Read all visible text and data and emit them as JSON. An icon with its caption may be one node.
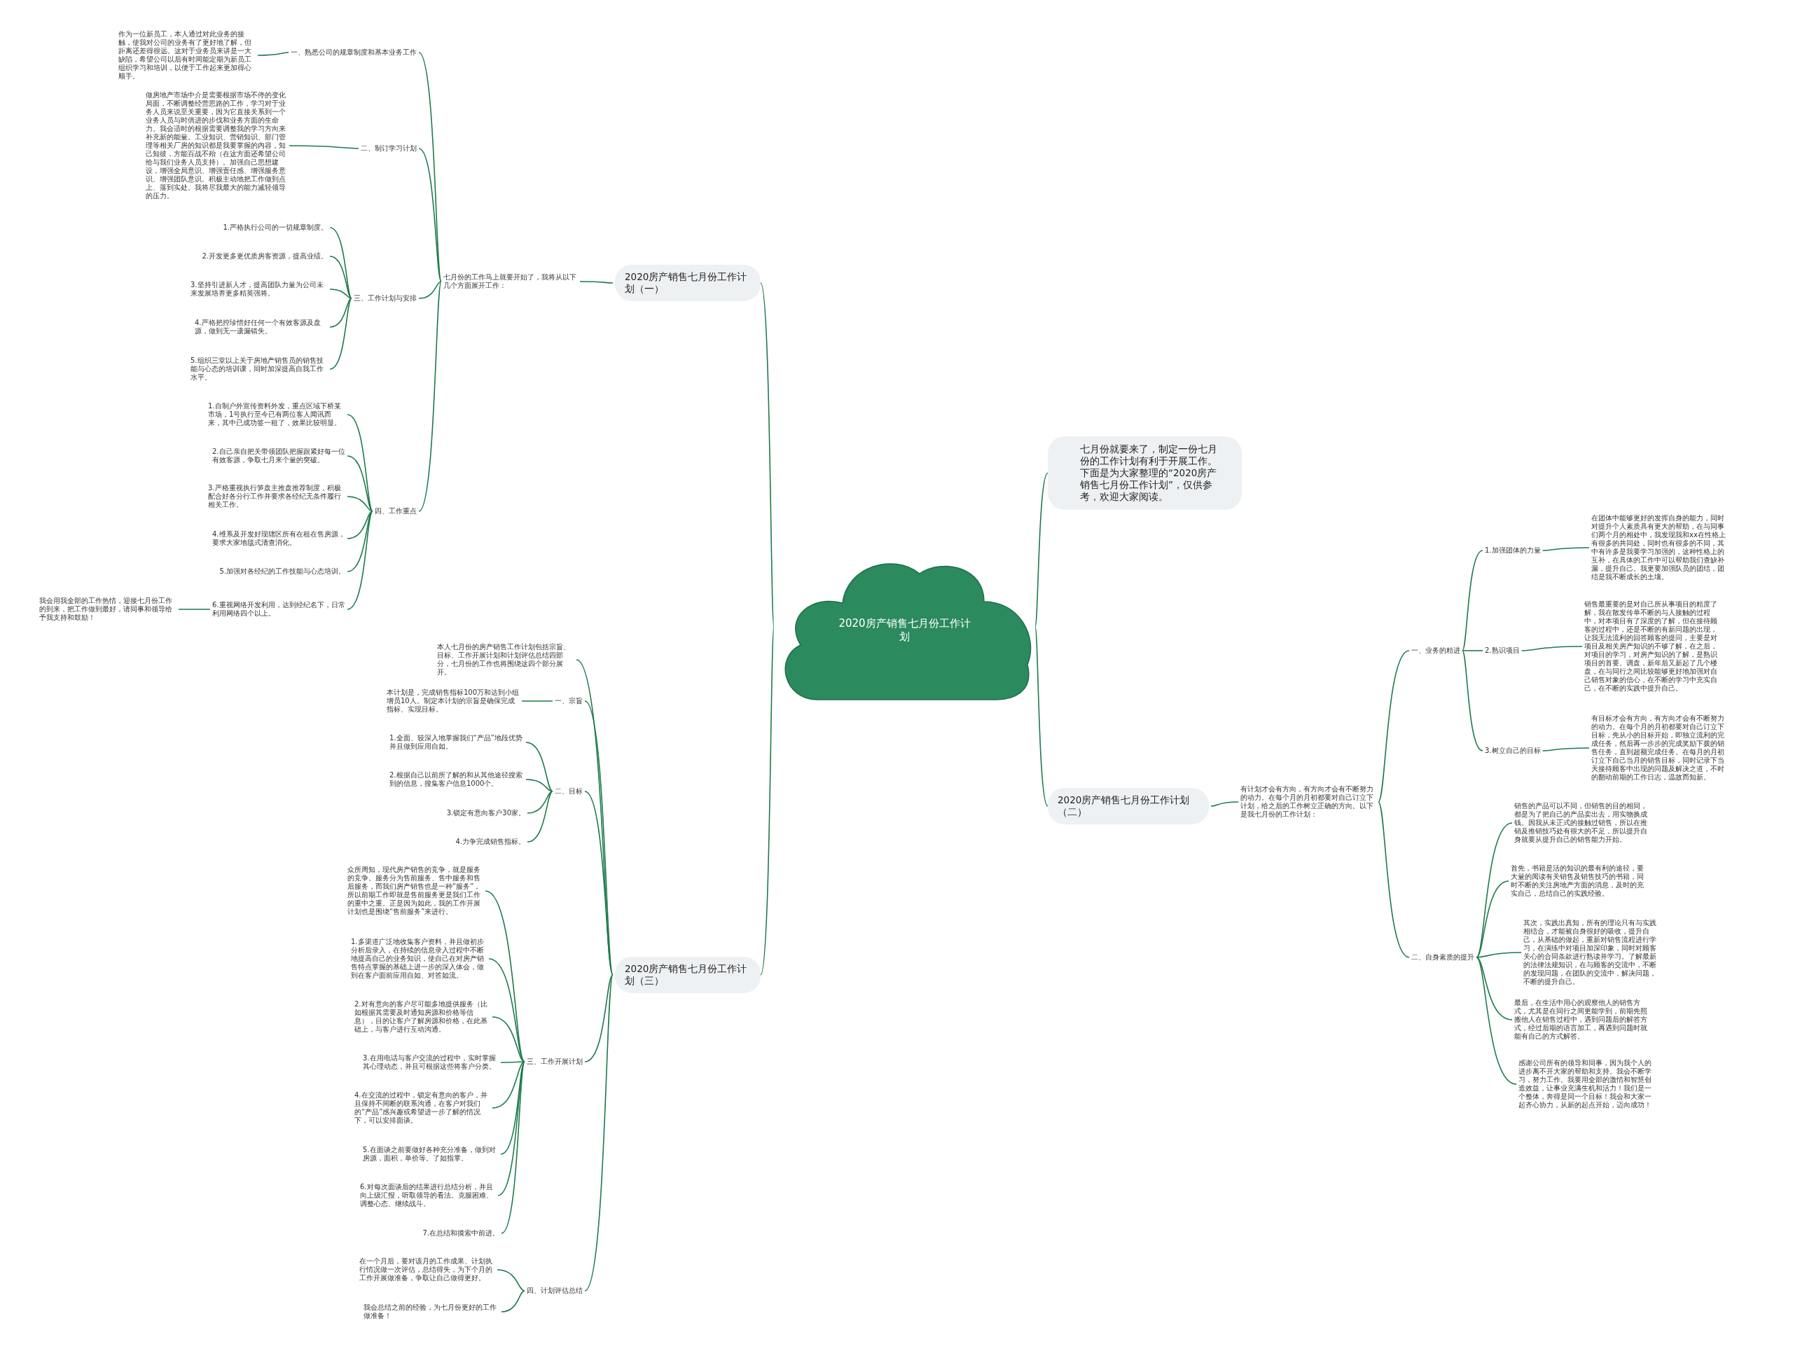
{
  "diagram": {
    "nodes": [
      {
        "text": [
          "2020房产销售七月份工作计划"
        ]
      },
      {
        "text": [
          "2020房产销售七月份工作计划（一）"
        ]
      },
      {
        "text": [
          "七月份的工作马上就要开始了，我将从以下几个方面展开工作："
        ]
      },
      {
        "text": [
          "一、熟悉公司的规章制度和基本业务工作"
        ]
      },
      {
        "text": [
          "作为一位新员工，本人通过对此业务的接触，使我对公司的业务有了更好地了解，但距离还差得很远。这对于业务员来讲是一大缺陷，希望公司以后有时间能定期为新员工组织学习和培训，以便于工作起来更加得心顺手。"
        ]
      },
      {
        "text": [
          "二、制订学习计划"
        ]
      },
      {
        "text": [
          "做房地产市场中介是需要根据市场不停的变化局面，不断调整经营思路的工作，学习对于业务人员来说至关重要，因为它直接关系到一个业务人员与时俱进的步伐和业务方面的生命力。我会适时的根据需要调整我的学习方向来补充新的能量。工业知识、营销知识、部门管理等相关厂房的知识都是我要掌握的内容，知己知彼，方能百战不殆（在这方面还希望公司给与我们业务人员支持）。加强自己思想建设，增强全局意识、增强责任感、增强服务意识、增强团队意识。积极主动地把工作做到点上、落到实处。我将尽我最大的能力减轻领导的压力。"
        ]
      },
      {
        "text": [
          "三、工作计划与安排"
        ]
      },
      {
        "text": [
          "1.严格执行公司的一切规章制度。"
        ]
      },
      {
        "text": [
          "2.开发更多更优质房客资源，提高业绩。"
        ]
      },
      {
        "text": [
          "3.坚持引进新人才，提高团队力量为公司未来发展培养更多精英强将。"
        ]
      },
      {
        "text": [
          "4.严格把控珍惜好任何一个有效客源及盘源，做到无一遗漏错失。"
        ]
      },
      {
        "text": [
          "5.组织三堂以上关于房地产销售员的销售技能与心态的培训课，同时加深提高自我工作水平。"
        ]
      },
      {
        "text": [
          "四、工作重点"
        ]
      },
      {
        "text": [
          "1.自制户外宣传资料外发，重点区域下桥某市场，1号执行至今已有两位客人闻讯而来，其中已成功签一租了，效果比较明显。"
        ]
      },
      {
        "text": [
          "2.自己亲自把关带领团队把握跟紧好每一位有效客源，争取七月来个量的突破。"
        ]
      },
      {
        "text": [
          "3.严格重视执行笋盘主推盘推荐制度，积极配合好各分行工作并要求各经纪无条件履行相关工作。"
        ]
      },
      {
        "text": [
          "4.维系及开发好现辖区所有在租在售房源，要求大家地毯式清查消化。"
        ]
      },
      {
        "text": [
          "5.加强对各经纪的工作技能与心态培训。"
        ]
      },
      {
        "text": [
          "6.重视网络开发利用，达到经纪名下，日常利用网络四个以上。"
        ]
      },
      {
        "text": [
          "我会用我全部的工作热情，迎接七月份工作的到来，把工作做到最好，请同事和领导给予我支持和鼓励！"
        ]
      },
      {
        "text": [
          "2020房产销售七月份工作计划（三）"
        ]
      },
      {
        "text": [
          "本人七月份的房产销售工作计划包括宗旨、目标、工作开展计划和计划评估总结四部分，七月份的工作也将围绕这四个部分展开。"
        ]
      },
      {
        "text": [
          "一、宗旨"
        ]
      },
      {
        "text": [
          "本计划是，完成销售指标100万和达到小组增员10人。制定本计划的宗旨是确保完成指标、实现目标。"
        ]
      },
      {
        "text": [
          "二、目标"
        ]
      },
      {
        "text": [
          "1.全面、较深入地掌握我们“产品”地段优势并且做到应用自如。"
        ]
      },
      {
        "text": [
          "2.根据自己以前所了解的和从其他途径搜索到的信息，搜集客户信息1000个。"
        ]
      },
      {
        "text": [
          "3.锁定有意向客户30家。"
        ]
      },
      {
        "text": [
          "4.力争完成销售指标。"
        ]
      },
      {
        "text": [
          "三、工作开展计划"
        ]
      },
      {
        "text": [
          "众所周知，现代房产销售的竞争，就是服务的竞争。服务分为售前服务、售中服务和售后服务，而我们房产销售也是一种“服务”，所以前期工作即就是售前服务更是我们工作的重中之重。正是因为如此，我的工作开展计划也是围绕“售前服务”来进行。"
        ]
      },
      {
        "text": [
          "1.多渠道广泛地收集客户资料，并且做初步分析后录入，在持续的信息录入过程中不断地提高自己的业务知识，使自己在对房产销售特点掌握的基础上进一步的深入体会，做到在客户面前应用自如、对答如流。"
        ]
      },
      {
        "text": [
          "2.对有意向的客户尽可能多地提供服务（比如根据其需要及时通知房源和价格等信息），目的让客户了解房源和价格，在此基础上，与客户进行互动沟通。"
        ]
      },
      {
        "text": [
          "3.在用电话与客户交流的过程中，实时掌握其心理动态，并且可根据这些将客户分类。"
        ]
      },
      {
        "text": [
          "4.在交流的过程中，锁定有意向的客户，并且保持不间断的联系沟通，在客户对我们的“产品”感兴趣或希望进一步了解的情况下，可以安排面谈。"
        ]
      },
      {
        "text": [
          "5.在面谈之前要做好各种充分准备，做到对房源，面积，单价等。了如指掌。"
        ]
      },
      {
        "text": [
          "6.对每次面谈后的结果进行总结分析，并且向上级汇报，听取领导的看法。克服困难、调整心态、继续战斗。"
        ]
      },
      {
        "text": [
          "7.在总结和摸索中前进。"
        ]
      },
      {
        "text": [
          "四、计划评估总结"
        ]
      },
      {
        "text": [
          "在一个月后，要对该月的工作成果、计划执行情况做一次评估，总结得失，为下个月的工作开展做准备，争取让自己做得更好。"
        ]
      },
      {
        "text": [
          "我会总结之前的经验，为七月份更好的工作做准备！"
        ]
      },
      {
        "text": [
          "七月份就要来了，制定一份七月份的工作计划有利于开展工作。下面是为大家整理的“2020房产销售七月份工作计划”，仅供参考，欢迎大家阅读。"
        ]
      },
      {
        "text": [
          "2020房产销售七月份工作计划（二）"
        ]
      },
      {
        "text": [
          "有计划才会有方向，有方向才会有不断努力的动力。在每个月的月初都要对自己订立下计划，给之后的工作树立正确的方向。以下是我七月份的工作计划："
        ]
      },
      {
        "text": [
          "一、业务的精进"
        ]
      },
      {
        "text": [
          "1.加强团体的力量"
        ]
      },
      {
        "text": [
          "在团体中能够更好的发挥自身的能力，同时对提升个人素质具有更大的帮助，在与同事们两个月的相处中，我发现我和xx在性格上有很多的共同处，同时也有很多的不同，其中有许多是我要学习加强的，这种性格上的互补，在具体的工作中可以帮助我们查缺补漏，提升自己。我更要加强队员的团结，团结是我不断成长的土壤。"
        ]
      },
      {
        "text": [
          "2.熟识项目"
        ]
      },
      {
        "text": [
          "销售最重要的是对自己所从事项目的精度了解，我在散发传单不断的与人接触的过程中，对本项目有了深度的了解，但在接待顾客的过程中，还是不断的有新问题的出现，让我无法流利的回答顾客的提问，主要是对项目及相关房产知识的不够了解，在之后，对项目的学习，对房产知识的了解，是熟识项目的首要。调盘，新年后又新起了几个楼盘，在与同行之间比较能够更好地加强对自己销售对象的信心，在不断的学习中充实自己，在不断的实践中提升自己。"
        ]
      },
      {
        "text": [
          "3.树立自己的目标"
        ]
      },
      {
        "text": [
          "有目标才会有方向，有方向才会有不断努力的动力。在每个月的月初都要对自己订立下目标，先从小的目标开始，即独立流利的完成任务，然后再一步步的完成奖励下拨的销售任务，直到超额完成任务。在每月的月初订立下自己当月的销售目标，同时记录下当天接待顾客中出现的问题及解决之道，不时的翻动前期的工作日志，温故而知新。"
        ]
      },
      {
        "text": [
          "二、自身素质的提升"
        ]
      },
      {
        "text": [
          "销售的产品可以不同，但销售的目的相同，都是为了把自己的产品卖出去，用实物换成钱。因我从未正式的接触过销售，所以在推销及推销技巧处有很大的不足，所以提升自身就要从提升自己的销售能力开始。"
        ]
      },
      {
        "text": [
          "首先，书籍是活的知识的最有利的途径，要大量的阅读有关销售及销售技巧的书籍，同时不断的关注房地产方面的消息，及时的充实自己，总结自己的实践经验。"
        ]
      },
      {
        "text": [
          "其次，实践出真知，所有的理论只有与实践相结合，才能被自身很好的吸收，提升自己，从基础的做起，重新对销售流程进行学习，在演练中对项目加深印象，同时对顾客关心的合同条款进行熟读并学习。了解最新的法律法规知识，在与顾客的交流中，不断的发现问题，在团队的交流中，解决问题，不断的提升自己。"
        ]
      },
      {
        "text": [
          "最后，在生活中用心的观察他人的销售方式，尤其是在同行之间更能学到，前期先照搬他人在销售过程中，遇到问题后的解答方式，经过后期的语言加工，再遇到问题时就能有自己的方式解答。"
        ]
      },
      {
        "text": [
          "感谢公司所有的领导和同事，因为我个人的进步离不开大家的帮助和支持。我会不断学习，努力工作。我要用全部的激情和智慧创造效益，让事业充满生机和活力！我们是一个整体，奔得是同一个目标！我会和大家一起齐心协力，从新的起点开始，迈向成功！"
        ]
      }
    ],
    "edges": [
      {
        "from": 0,
        "to": 1,
        "arrow": "none"
      },
      {
        "from": 1,
        "to": 2,
        "arrow": "none"
      },
      {
        "from": 2,
        "to": 3,
        "arrow": "none"
      },
      {
        "from": 3,
        "to": 4,
        "arrow": "none"
      },
      {
        "from": 2,
        "to": 5,
        "arrow": "none"
      },
      {
        "from": 5,
        "to": 6,
        "arrow": "none"
      },
      {
        "from": 2,
        "to": 7,
        "arrow": "none"
      },
      {
        "from": 7,
        "to": 8,
        "arrow": "none"
      },
      {
        "from": 7,
        "to": 9,
        "arrow": "none"
      },
      {
        "from": 7,
        "to": 10,
        "arrow": "none"
      },
      {
        "from": 7,
        "to": 11,
        "arrow": "none"
      },
      {
        "from": 7,
        "to": 12,
        "arrow": "none"
      },
      {
        "from": 2,
        "to": 13,
        "arrow": "none"
      },
      {
        "from": 13,
        "to": 14,
        "arrow": "none"
      },
      {
        "from": 13,
        "to": 15,
        "arrow": "none"
      },
      {
        "from": 13,
        "to": 16,
        "arrow": "none"
      },
      {
        "from": 13,
        "to": 17,
        "arrow": "none"
      },
      {
        "from": 13,
        "to": 18,
        "arrow": "none"
      },
      {
        "from": 13,
        "to": 19,
        "arrow": "none"
      },
      {
        "from": 19,
        "to": 20,
        "arrow": "none"
      },
      {
        "from": 0,
        "to": 21,
        "arrow": "none"
      },
      {
        "from": 21,
        "to": 22,
        "arrow": "none"
      },
      {
        "from": 21,
        "to": 23,
        "arrow": "none"
      },
      {
        "from": 23,
        "to": 24,
        "arrow": "none"
      },
      {
        "from": 21,
        "to": 25,
        "arrow": "none"
      },
      {
        "from": 25,
        "to": 26,
        "arrow": "none"
      },
      {
        "from": 25,
        "to": 27,
        "arrow": "none"
      },
      {
        "from": 25,
        "to": 28,
        "arrow": "none"
      },
      {
        "from": 25,
        "to": 29,
        "arrow": "none"
      },
      {
        "from": 21,
        "to": 30,
        "arrow": "none"
      },
      {
        "from": 30,
        "to": 31,
        "arrow": "none"
      },
      {
        "from": 30,
        "to": 32,
        "arrow": "none"
      },
      {
        "from": 30,
        "to": 33,
        "arrow": "none"
      },
      {
        "from": 30,
        "to": 34,
        "arrow": "none"
      },
      {
        "from": 30,
        "to": 35,
        "arrow": "none"
      },
      {
        "from": 30,
        "to": 36,
        "arrow": "none"
      },
      {
        "from": 30,
        "to": 37,
        "arrow": "none"
      },
      {
        "from": 30,
        "to": 38,
        "arrow": "none"
      },
      {
        "from": 21,
        "to": 39,
        "arrow": "none"
      },
      {
        "from": 39,
        "to": 40,
        "arrow": "none"
      },
      {
        "from": 39,
        "to": 41,
        "arrow": "none"
      },
      {
        "from": 0,
        "to": 42,
        "arrow": "none"
      },
      {
        "from": 0,
        "to": 43,
        "arrow": "none"
      },
      {
        "from": 43,
        "to": 44,
        "arrow": "none"
      },
      {
        "from": 44,
        "to": 45,
        "arrow": "none"
      },
      {
        "from": 45,
        "to": 46,
        "arrow": "none"
      },
      {
        "from": 46,
        "to": 47,
        "arrow": "none"
      },
      {
        "from": 45,
        "to": 48,
        "arrow": "none"
      },
      {
        "from": 48,
        "to": 49,
        "arrow": "none"
      },
      {
        "from": 45,
        "to": 50,
        "arrow": "none"
      },
      {
        "from": 50,
        "to": 51,
        "arrow": "none"
      },
      {
        "from": 44,
        "to": 52,
        "arrow": "none"
      },
      {
        "from": 52,
        "to": 53,
        "arrow": "none"
      },
      {
        "from": 52,
        "to": 54,
        "arrow": "none"
      },
      {
        "from": 52,
        "to": 55,
        "arrow": "none"
      },
      {
        "from": 52,
        "to": 56,
        "arrow": "none"
      },
      {
        "from": 52,
        "to": 57,
        "arrow": "none"
      }
    ]
  }
}
